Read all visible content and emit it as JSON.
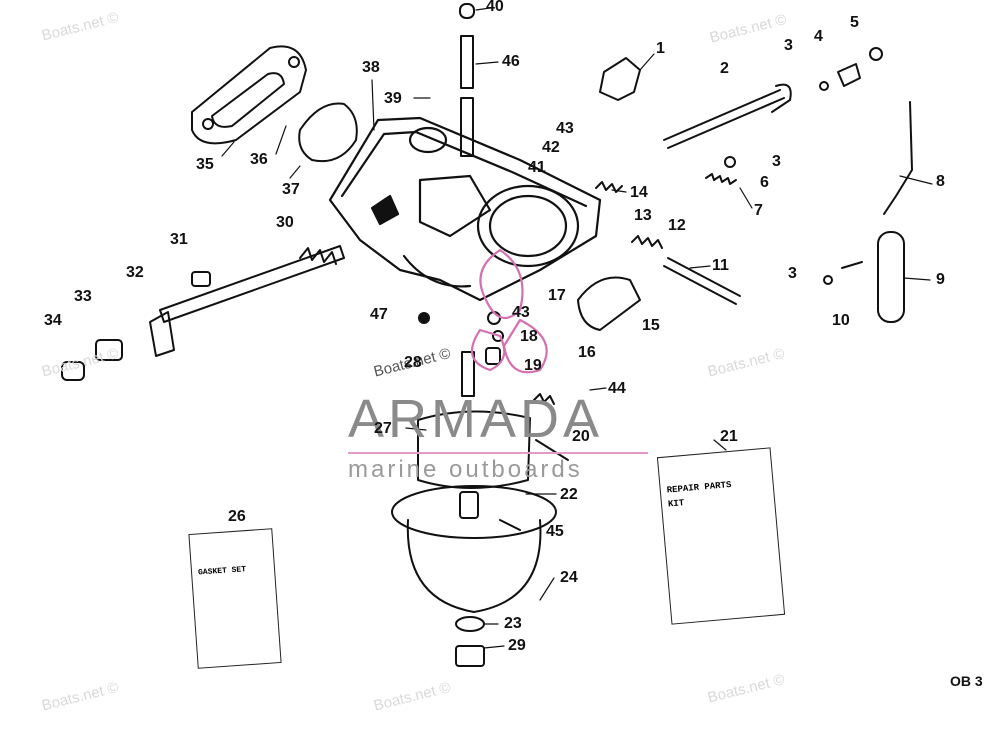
{
  "brand": {
    "name": "ARMADA",
    "tagline": "marine outboards"
  },
  "watermark": "Boats.net ©",
  "drawing_code": "OB  3",
  "cards": {
    "gasket_set": "GASKET SET",
    "repair_kit": "REPAIR PARTS\nKIT"
  },
  "labels": [
    "40",
    "46",
    "1",
    "2",
    "3",
    "4",
    "5",
    "38",
    "39",
    "43",
    "42",
    "41",
    "35",
    "36",
    "37",
    "14",
    "6",
    "3",
    "7",
    "8",
    "13",
    "12",
    "30",
    "31",
    "11",
    "9",
    "32",
    "17",
    "15",
    "3",
    "10",
    "33",
    "47",
    "43",
    "34",
    "18",
    "16",
    "28",
    "19",
    "44",
    "27",
    "20",
    "21",
    "22",
    "26",
    "45",
    "24",
    "23",
    "29"
  ]
}
